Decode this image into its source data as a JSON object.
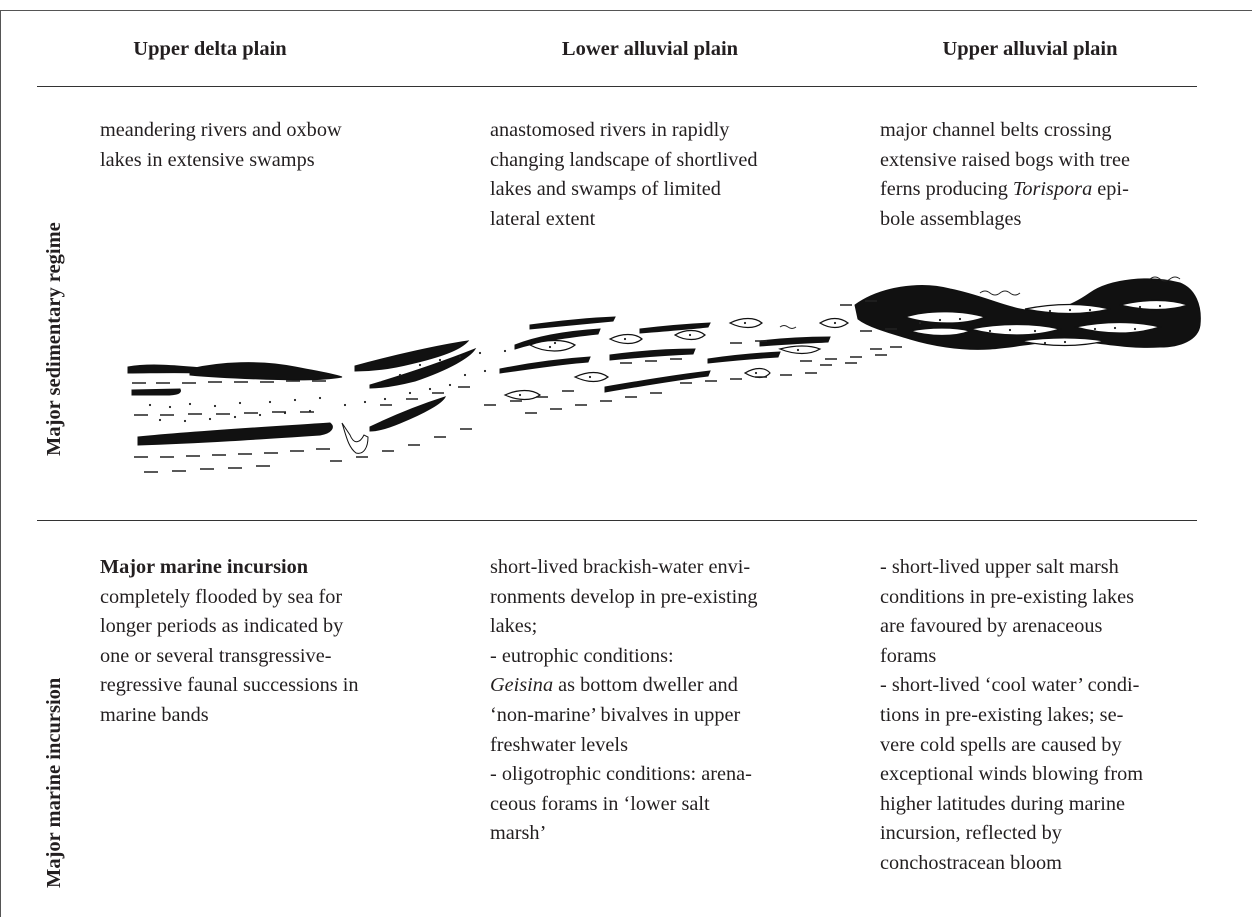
{
  "columns": {
    "upper_delta": "Upper delta plain",
    "lower_alluvial": "Lower alluvial plain",
    "upper_alluvial": "Upper alluvial plain"
  },
  "rows": {
    "sedimentary": "Major sedimentary regime",
    "marine": "Major marine incursion"
  },
  "sedimentary": {
    "upper_delta": [
      "meandering rivers and oxbow",
      "lakes in extensive swamps"
    ],
    "lower_alluvial": [
      "anastomosed rivers in rapidly",
      "changing landscape of shortlived",
      "lakes and swamps of limited",
      "lateral extent"
    ],
    "upper_alluvial": {
      "l1": "major channel belts crossing",
      "l2": "extensive raised bogs with tree",
      "l3a": "ferns producing ",
      "l3b": "Torispora",
      "l3c": " epi-",
      "l4": "bole assemblages"
    }
  },
  "marine": {
    "upper_delta": {
      "heading": "Major marine incursion",
      "lines": [
        "completely flooded by sea for",
        "longer periods as indicated by",
        "one or several transgressive-",
        "regressive faunal successions in",
        "marine bands"
      ]
    },
    "lower_alluvial": {
      "l1": "short-lived brackish-water envi-",
      "l2": "ronments develop in pre-existing",
      "l3": "lakes;",
      "l4": "- eutrophic conditions:",
      "l5a": "Geisina",
      "l5b": " as bottom dweller and",
      "l6": "‘non-marine’ bivalves in upper",
      "l7": "freshwater levels",
      "l8": "- oligotrophic conditions: arena-",
      "l9": "ceous forams in ‘lower salt",
      "l10": "marsh’"
    },
    "upper_alluvial": [
      "- short-lived upper salt marsh",
      "conditions in pre-existing lakes",
      "are favoured by arenaceous",
      "forams",
      "- short-lived ‘cool water’ condi-",
      "tions in pre-existing lakes; se-",
      "vere cold spells are caused by",
      "exceptional winds blowing from",
      "higher latitudes during marine",
      "incursion, reflected by",
      "conchostracean bloom"
    ]
  }
}
